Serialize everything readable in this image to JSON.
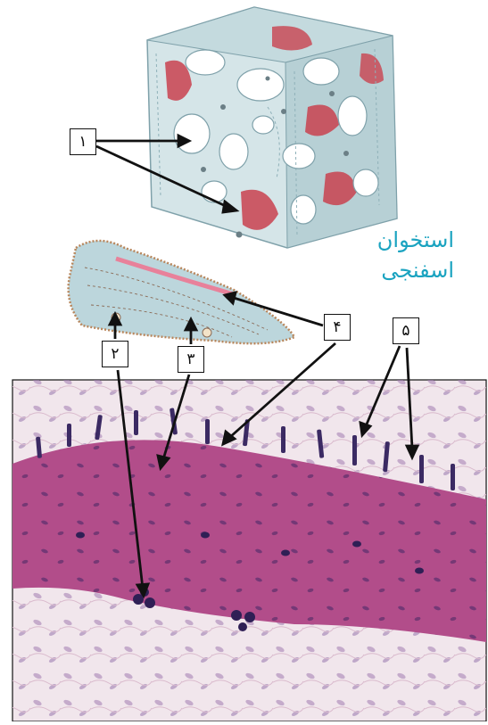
{
  "title": {
    "line1": "استخوان",
    "line2": "اسفنجی",
    "color": "#1aa3c0"
  },
  "labels": [
    "۱",
    "۲",
    "۳",
    "۴",
    "۵"
  ],
  "colors": {
    "bone": "#bcd6dc",
    "bone_dark": "#8fb1b9",
    "marrow": "#c9424f",
    "tissue": "#b24d8a",
    "nuclei": "#3b2a63",
    "background_tissue": "#f1e6ec"
  }
}
